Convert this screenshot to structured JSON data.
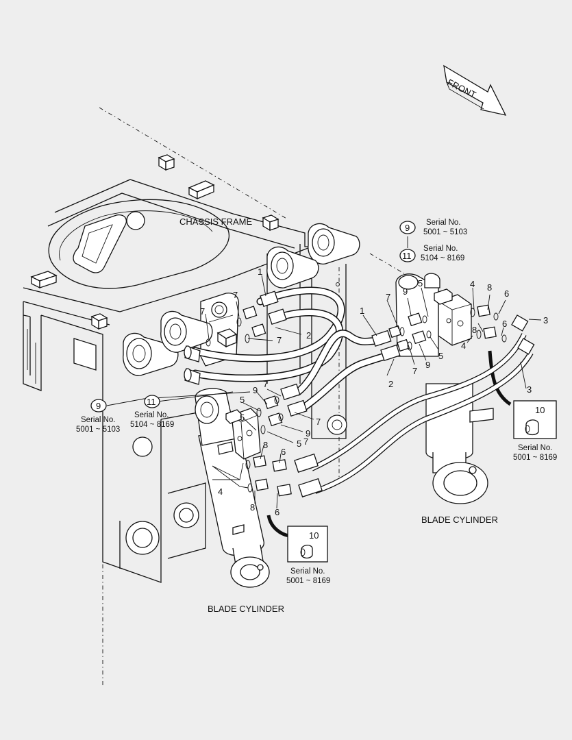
{
  "labels": {
    "front": "FRONT",
    "chassis_frame": "CHASSIS FRAME",
    "blade_cylinder_right": "BLADE CYLINDER",
    "blade_cylinder_left": "BLADE CYLINDER"
  },
  "serials": {
    "top_label_a": "Serial No.",
    "top_range_a": "5001 ~ 5103",
    "top_label_b": "Serial No.",
    "top_range_b": "5104 ~ 8169",
    "left_label_a": "Serial No.",
    "left_range_a": "5001 ~ 5103",
    "left_label_b": "Serial No.",
    "left_range_b": "5104 ~ 8169",
    "box_right_label": "Serial No.",
    "box_right_range": "5001 ~ 8169",
    "box_left_label": "Serial No.",
    "box_left_range": "5001 ~ 8169"
  },
  "circled": {
    "top_9": "9",
    "top_11": "11",
    "left_9": "9",
    "left_11": "11",
    "box_right_10": "10",
    "box_left_10": "10"
  },
  "callouts": {
    "c1a": "1",
    "c1b": "1",
    "c2a": "2",
    "c2b": "2",
    "c3a": "3",
    "c3b": "3",
    "c4a": "4",
    "c4b": "4",
    "c4c": "4",
    "c5a": "5",
    "c5b": "5",
    "c5c": "5",
    "c5d": "5",
    "c6a": "6",
    "c6b": "6",
    "c6c": "6",
    "c6d": "6",
    "c7a": "7",
    "c7b": "7",
    "c7c": "7",
    "c7d": "7",
    "c7e": "7",
    "c7f": "7",
    "c7g": "7",
    "c7h": "7",
    "c8a": "8",
    "c8b": "8",
    "c8c": "8",
    "c8d": "8",
    "c9a": "9",
    "c9b": "9",
    "c9c": "9",
    "c9d": "9"
  }
}
